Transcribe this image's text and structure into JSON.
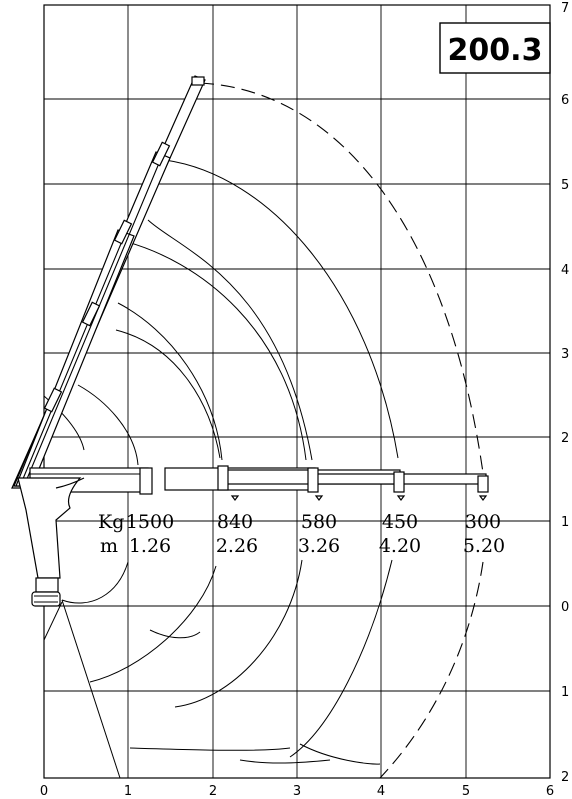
{
  "model": "200.3",
  "x_ticks": [
    "0",
    "1",
    "2",
    "3",
    "4",
    "5",
    "6"
  ],
  "y_ticks_upper": [
    "7",
    "6",
    "5",
    "4",
    "3",
    "2",
    "1",
    "0"
  ],
  "y_ticks_lower": [
    "1",
    "2"
  ],
  "load_label": "Kg",
  "reach_label": "m",
  "load_chart": [
    {
      "kg": "1500",
      "m": "1.26"
    },
    {
      "kg": "840",
      "m": "2.26"
    },
    {
      "kg": "580",
      "m": "3.26"
    },
    {
      "kg": "450",
      "m": "4.20"
    },
    {
      "kg": "300",
      "m": "5.20"
    }
  ]
}
